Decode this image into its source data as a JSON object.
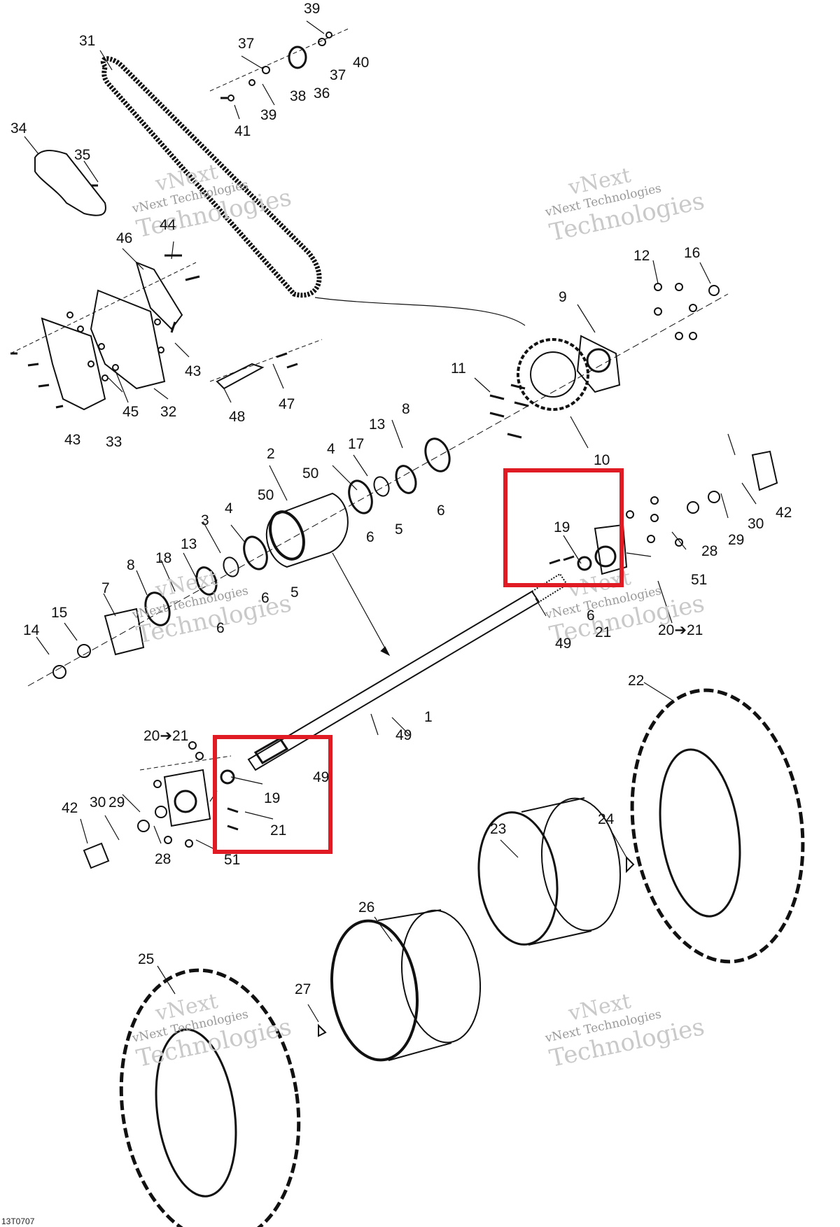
{
  "drawing_ref": "13T0707",
  "watermark": {
    "line1": "vNext",
    "line2": "vNext Technologies",
    "line3": "Technologies"
  },
  "highlight_color": "#e01b24",
  "labels": [
    {
      "id": "1",
      "text": "1"
    },
    {
      "id": "2",
      "text": "2"
    },
    {
      "id": "3",
      "text": "3"
    },
    {
      "id": "4a",
      "text": "4"
    },
    {
      "id": "4b",
      "text": "4"
    },
    {
      "id": "5a",
      "text": "5"
    },
    {
      "id": "5b",
      "text": "5"
    },
    {
      "id": "6a",
      "text": "6"
    },
    {
      "id": "6b",
      "text": "6"
    },
    {
      "id": "6c",
      "text": "6"
    },
    {
      "id": "6d",
      "text": "6"
    },
    {
      "id": "6e",
      "text": "6"
    },
    {
      "id": "7",
      "text": "7"
    },
    {
      "id": "8a",
      "text": "8"
    },
    {
      "id": "8b",
      "text": "8"
    },
    {
      "id": "9",
      "text": "9"
    },
    {
      "id": "10",
      "text": "10"
    },
    {
      "id": "11",
      "text": "11"
    },
    {
      "id": "12",
      "text": "12"
    },
    {
      "id": "13a",
      "text": "13"
    },
    {
      "id": "13b",
      "text": "13"
    },
    {
      "id": "14",
      "text": "14"
    },
    {
      "id": "15",
      "text": "15"
    },
    {
      "id": "16",
      "text": "16"
    },
    {
      "id": "17",
      "text": "17"
    },
    {
      "id": "18",
      "text": "18"
    },
    {
      "id": "19a",
      "text": "19"
    },
    {
      "id": "19b",
      "text": "19"
    },
    {
      "id": "20a",
      "text": "20➔21"
    },
    {
      "id": "20b",
      "text": "20➔21"
    },
    {
      "id": "21a",
      "text": "21"
    },
    {
      "id": "21b",
      "text": "21"
    },
    {
      "id": "22",
      "text": "22"
    },
    {
      "id": "23",
      "text": "23"
    },
    {
      "id": "24",
      "text": "24"
    },
    {
      "id": "25",
      "text": "25"
    },
    {
      "id": "26",
      "text": "26"
    },
    {
      "id": "27",
      "text": "27"
    },
    {
      "id": "28a",
      "text": "28"
    },
    {
      "id": "28b",
      "text": "28"
    },
    {
      "id": "29a",
      "text": "29"
    },
    {
      "id": "29b",
      "text": "29"
    },
    {
      "id": "30a",
      "text": "30"
    },
    {
      "id": "30b",
      "text": "30"
    },
    {
      "id": "31",
      "text": "31"
    },
    {
      "id": "32",
      "text": "32"
    },
    {
      "id": "33",
      "text": "33"
    },
    {
      "id": "34",
      "text": "34"
    },
    {
      "id": "35",
      "text": "35"
    },
    {
      "id": "36",
      "text": "36"
    },
    {
      "id": "37a",
      "text": "37"
    },
    {
      "id": "37b",
      "text": "37"
    },
    {
      "id": "38",
      "text": "38"
    },
    {
      "id": "39a",
      "text": "39"
    },
    {
      "id": "39b",
      "text": "39"
    },
    {
      "id": "40",
      "text": "40"
    },
    {
      "id": "41",
      "text": "41"
    },
    {
      "id": "42a",
      "text": "42"
    },
    {
      "id": "42b",
      "text": "42"
    },
    {
      "id": "43a",
      "text": "43"
    },
    {
      "id": "43b",
      "text": "43"
    },
    {
      "id": "44",
      "text": "44"
    },
    {
      "id": "45",
      "text": "45"
    },
    {
      "id": "46",
      "text": "46"
    },
    {
      "id": "47",
      "text": "47"
    },
    {
      "id": "48",
      "text": "48"
    },
    {
      "id": "49a",
      "text": "49"
    },
    {
      "id": "49b",
      "text": "49"
    },
    {
      "id": "49c",
      "text": "49"
    },
    {
      "id": "50a",
      "text": "50"
    },
    {
      "id": "50b",
      "text": "50"
    },
    {
      "id": "51a",
      "text": "51"
    },
    {
      "id": "51b",
      "text": "51"
    }
  ]
}
